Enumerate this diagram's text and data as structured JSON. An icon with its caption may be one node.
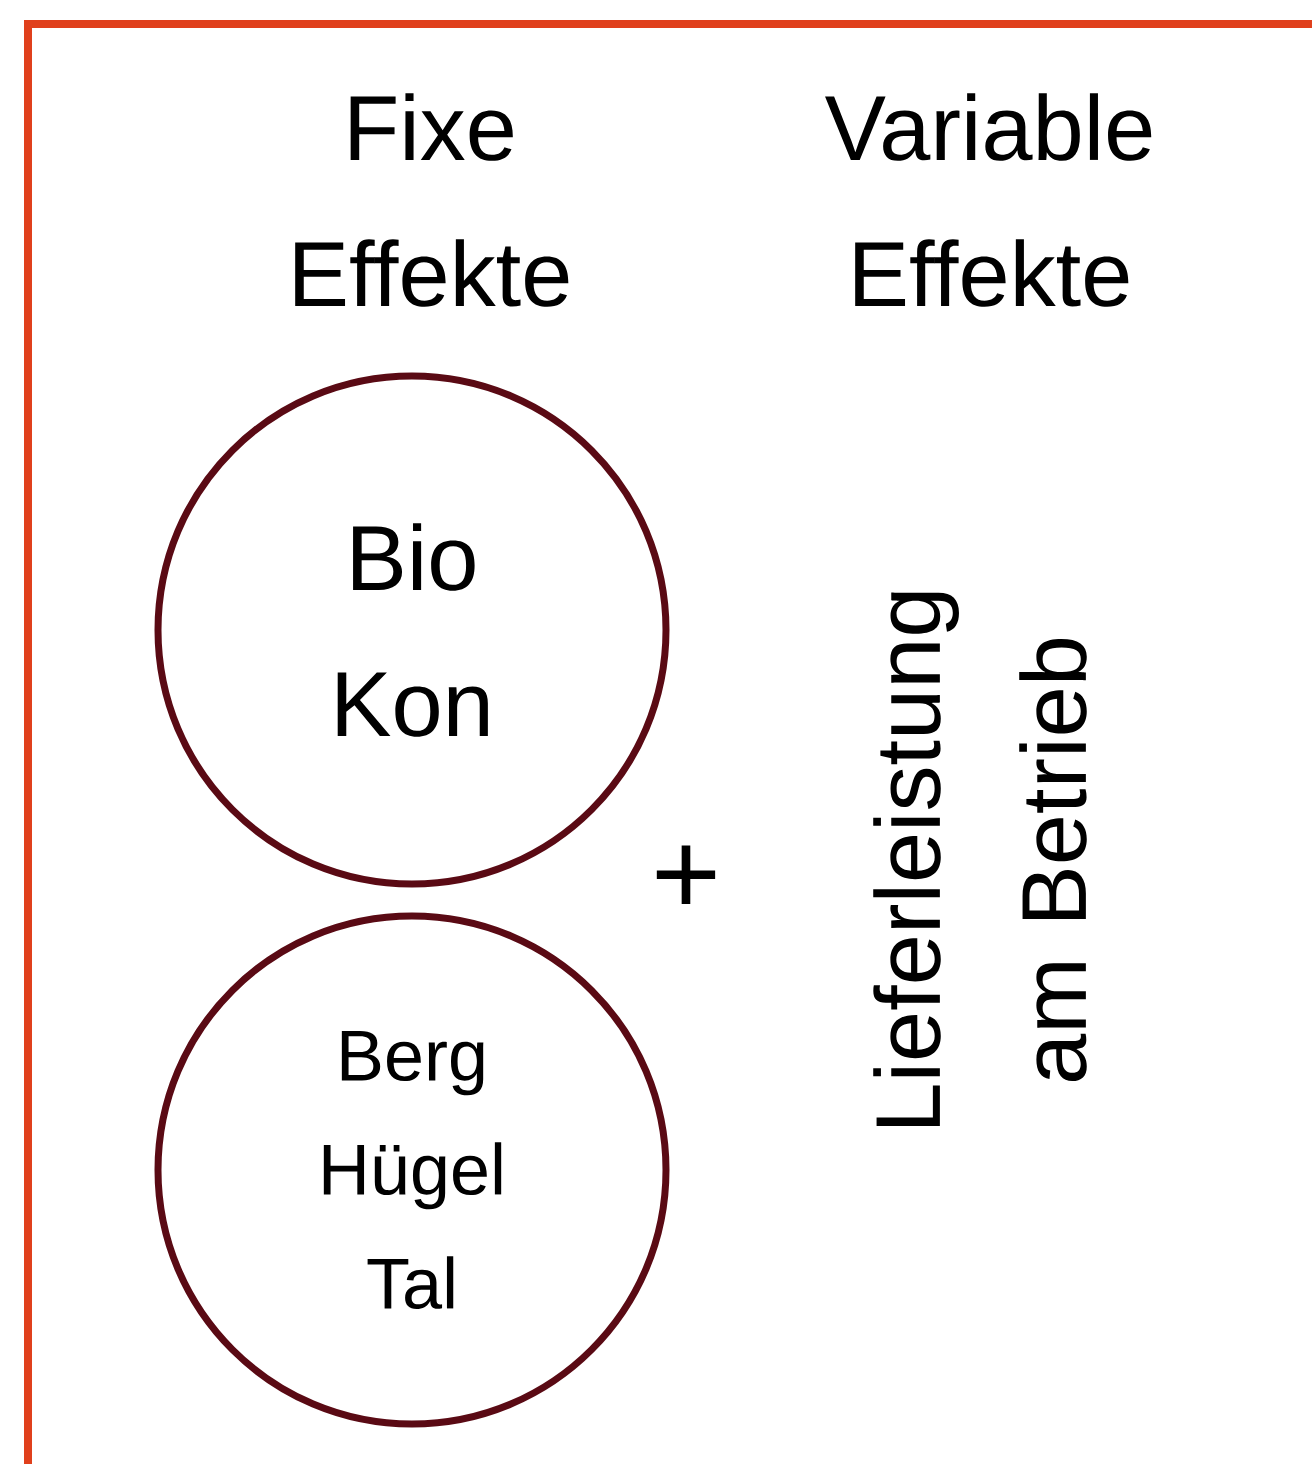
{
  "diagram": {
    "nodes": [
      {
        "text": [
          "Bio Kon"
        ]
      },
      {
        "text": [
          "Berg Hügel Tal"
        ]
      }
    ],
    "labels": [
      "Fixe Effekte",
      "Variable Effekte",
      "+",
      "Lieferleistung am Betrieb"
    ]
  }
}
